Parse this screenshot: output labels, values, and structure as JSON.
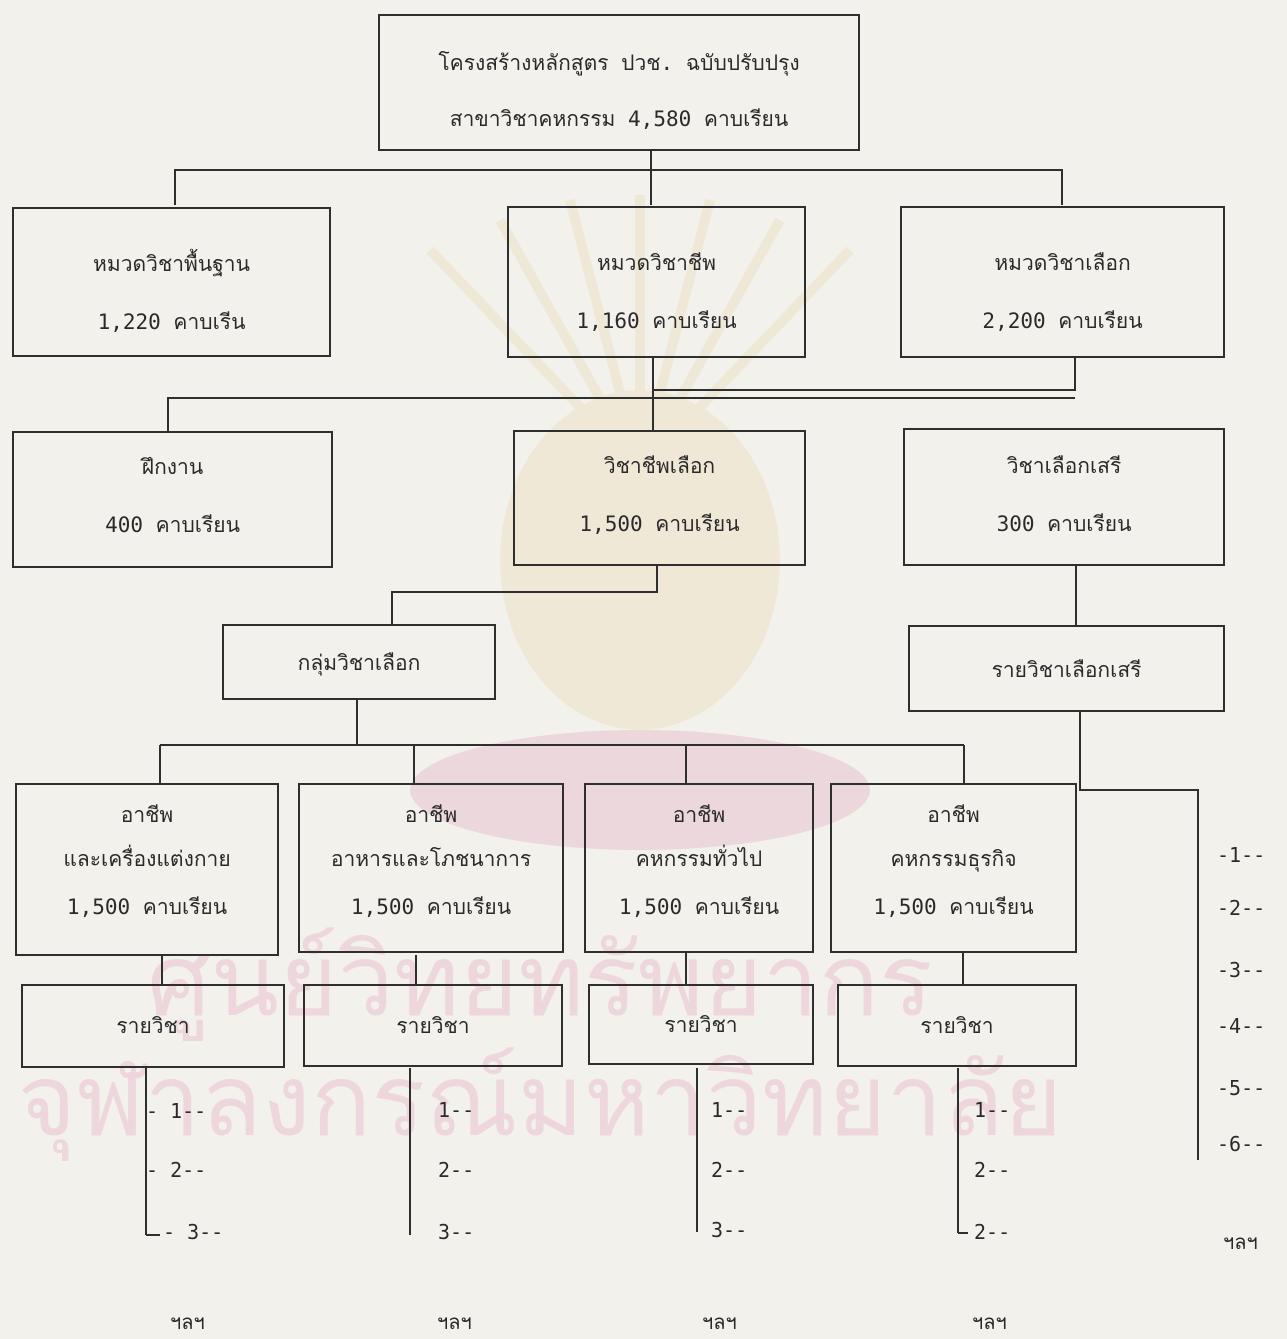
{
  "watermark": {
    "line1": "ศูนย์วิทยทรัพยากร",
    "line2": "จุฬาลงกรณ์มหาวิทยาลัย"
  },
  "root": {
    "line1": "โครงสร้างหลักสูตร ปวช. ฉบับปรับปรุง",
    "line2": "สาขาวิชาคหกรรม 4,580 คาบเรียน"
  },
  "categories": [
    {
      "title": "หมวดวิชาพื้นฐาน",
      "periods": "1,220  คาบเรีน"
    },
    {
      "title": "หมวดวิชาชีพ",
      "periods": "1,160 คาบเรียน"
    },
    {
      "title": "หมวดวิชาเลือก",
      "periods": "2,200  คาบเรียน"
    }
  ],
  "level2": [
    {
      "title": "ฝึกงาน",
      "periods": "400  คาบเรียน"
    },
    {
      "title": "วิชาชีพเลือก",
      "periods": "1,500  คาบเรียน"
    },
    {
      "title": "วิชาเลือกเสรี",
      "periods": "300  คาบเรียน"
    }
  ],
  "group": {
    "title": "กลุ่มวิชาเลือก"
  },
  "free_electives": {
    "title": "รายวิชาเลือกเสรี"
  },
  "careers": [
    {
      "line1": "อาชีพ",
      "line2": "และเครื่องแต่งกาย",
      "periods": "1,500  คาบเรียน"
    },
    {
      "line1": "อาชีพ",
      "line2": "อาหารและโภชนาการ",
      "periods": "1,500  คาบเรียน"
    },
    {
      "line1": "อาชีพ",
      "line2": "คหกรรมทั่วไป",
      "periods": "1,500  คาบเรียน"
    },
    {
      "line1": "อาชีพ",
      "line2": "คหกรรมธุรกิจ",
      "periods": "1,500  คาบเรียน"
    }
  ],
  "subjects_label": "รายวิชา",
  "subject_lists": [
    [
      "- 1--",
      "- 2--",
      "- 3--"
    ],
    [
      "1--",
      "2--",
      "3--"
    ],
    [
      "1--",
      "2--",
      "3--"
    ],
    [
      "1--",
      "2--",
      "2--"
    ]
  ],
  "free_list": [
    "-1--",
    "-2--",
    "-3--",
    "-4--",
    "-5--",
    "-6--"
  ],
  "footer_label": "ฯลฯ"
}
